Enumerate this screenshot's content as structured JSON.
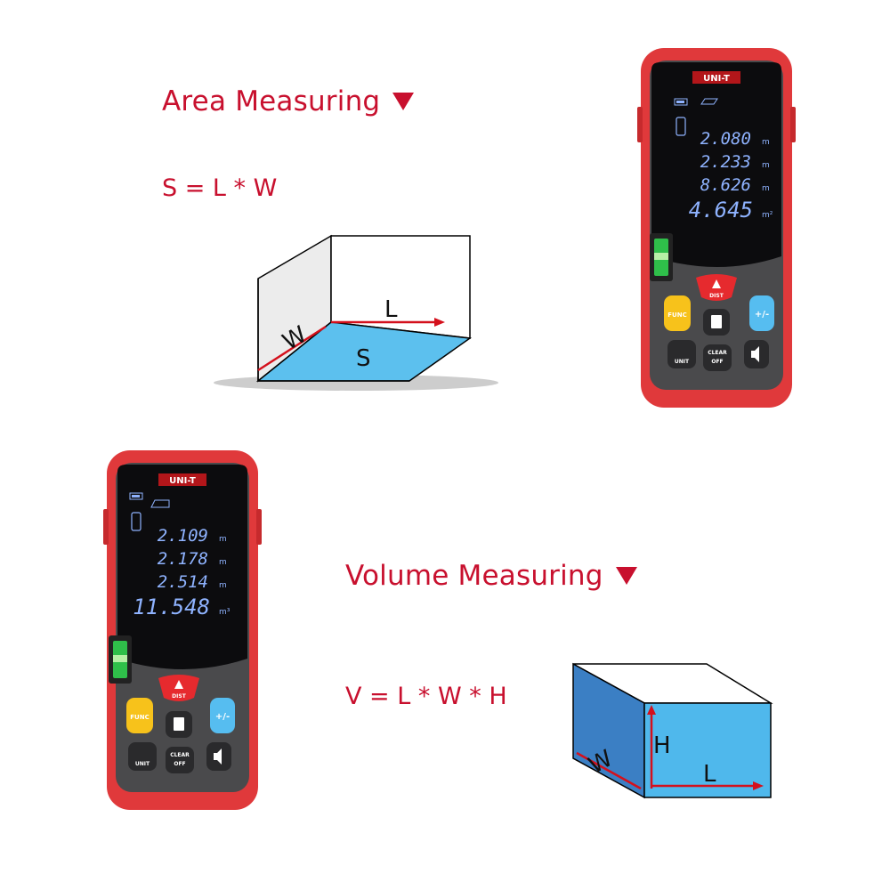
{
  "area": {
    "heading": "Area Measuring",
    "formula": "S = L * W",
    "labels": {
      "length": "L",
      "width": "W",
      "surface": "S"
    }
  },
  "volume": {
    "heading": "Volume Measuring",
    "formula": "V = L * W * H",
    "labels": {
      "length": "L",
      "width": "W",
      "height": "H"
    }
  },
  "device_area": {
    "brand": "UNI-T",
    "readings": [
      "2.080",
      "2.233",
      "8.626",
      "4.645"
    ],
    "units": [
      "m",
      "m",
      "m",
      "m²"
    ],
    "buttons": {
      "dist": "DIST",
      "func": "FUNC",
      "plus_minus": "+/-",
      "unit": "UNIT",
      "clear": "CLEAR",
      "off": "OFF"
    }
  },
  "device_volume": {
    "brand": "UNI-T",
    "readings": [
      "2.109",
      "2.178",
      "2.514",
      "11.548"
    ],
    "units": [
      "m",
      "m",
      "m",
      "m³"
    ],
    "buttons": {
      "dist": "DIST",
      "func": "FUNC",
      "plus_minus": "+/-",
      "unit": "UNIT",
      "clear": "CLEAR",
      "off": "OFF"
    }
  },
  "colors": {
    "accent": "#c8102e",
    "device_red": "#e23a3c",
    "lcd_blue": "#8fb3ff",
    "face_blue": "#4fb8ec",
    "func_yellow": "#f7c21b"
  }
}
